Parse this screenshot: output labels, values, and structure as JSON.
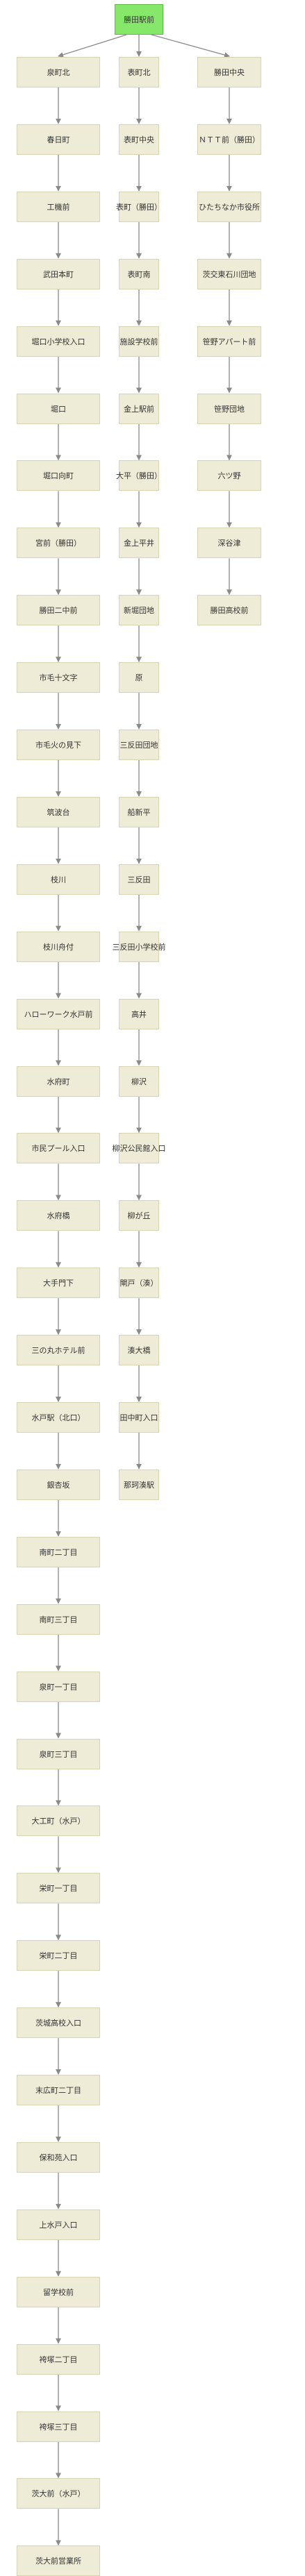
{
  "root": "勝田駅前",
  "routes": [
    {
      "stops": [
        "泉町北",
        "春日町",
        "工機前",
        "武田本町",
        "堀口小学校入口",
        "堀口",
        "堀口向町",
        "宮前（勝田）",
        "勝田二中前",
        "市毛十文字",
        "市毛火の見下",
        "筑波台",
        "枝川",
        "枝川舟付",
        "ハローワーク水戸前",
        "水府町",
        "市民プール入口",
        "水府橋",
        "大手門下",
        "三の丸ホテル前",
        "水戸駅（北口）",
        "銀杏坂",
        "南町二丁目",
        "南町三丁目",
        "泉町一丁目",
        "泉町三丁目",
        "大工町（水戸）",
        "栄町一丁目",
        "栄町二丁目",
        "茨城高校入口",
        "末広町二丁目",
        "保和苑入口",
        "上水戸入口",
        "留学校前",
        "袴塚二丁目",
        "袴塚三丁目",
        "茨大前（水戸）",
        "茨大前営業所"
      ]
    },
    {
      "stops": [
        "表町北",
        "表町中央",
        "表町（勝田）",
        "表町南",
        "施設学校前",
        "金上駅前",
        "大平（勝田）",
        "金上平井",
        "新堀団地",
        "原",
        "三反田団地",
        "船新平",
        "三反田",
        "三反田小学校前",
        "高井",
        "柳沢",
        "柳沢公民館入口",
        "柳が丘",
        "閘戸（湊）",
        "湊大橋",
        "田中町入口",
        "那珂湊駅"
      ]
    },
    {
      "stops": [
        "勝田中央",
        "ＮＴＴ前（勝田）",
        "ひたちなか市役所",
        "茨交東石川団地",
        "笹野アパート前",
        "笹野団地",
        "六ツ野",
        "深谷津",
        "勝田高校前"
      ]
    }
  ]
}
